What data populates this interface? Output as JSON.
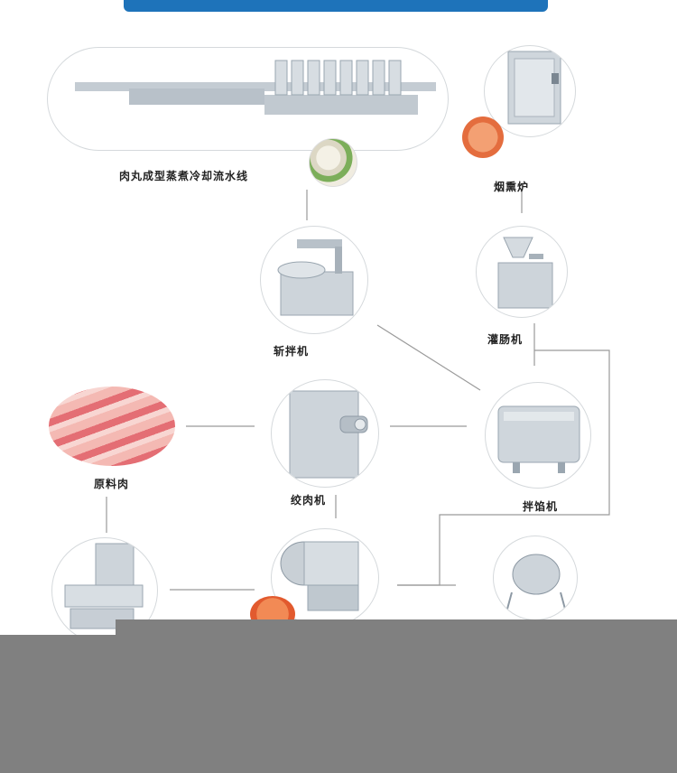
{
  "banner": {
    "title": ""
  },
  "nodes": {
    "steam_cooling_line": "肉丸成型蒸煮冷却流水线",
    "smokehouse": "烟熏炉",
    "bowl_cutter": "斩拌机",
    "sausage_filler": "灌肠机",
    "raw_meat": "原料肉",
    "meat_grinder": "绞肉机",
    "stuffing_mixer": "拌馅机"
  },
  "colors": {
    "banner": "#1e73ba",
    "line": "#9a9a9a",
    "overlay": "#808080",
    "steel": "#c9d0d6"
  }
}
